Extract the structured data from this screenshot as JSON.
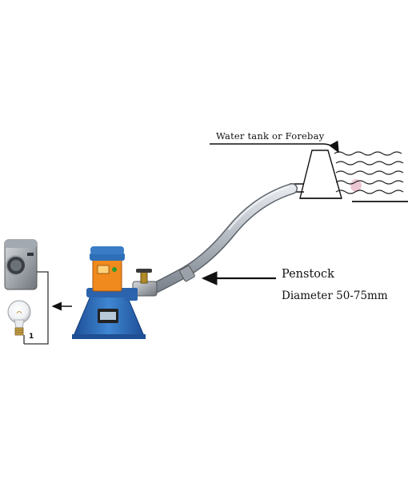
{
  "labels": {
    "water_tank": "Water tank or Forebay",
    "penstock": "Penstock",
    "diameter": "Diameter 50-75mm",
    "bulb_number": "1"
  },
  "icons": {
    "appliance": "washing-machine-icon",
    "lamp": "light-bulb-icon",
    "generator": "turbine-generator-icon",
    "tank": "water-tank-icon"
  },
  "colors": {
    "turbine_blue": "#2f6fb8",
    "control_orange": "#f08a1e",
    "pipe_gray": "#b8bec6",
    "water_line": "#222222"
  }
}
